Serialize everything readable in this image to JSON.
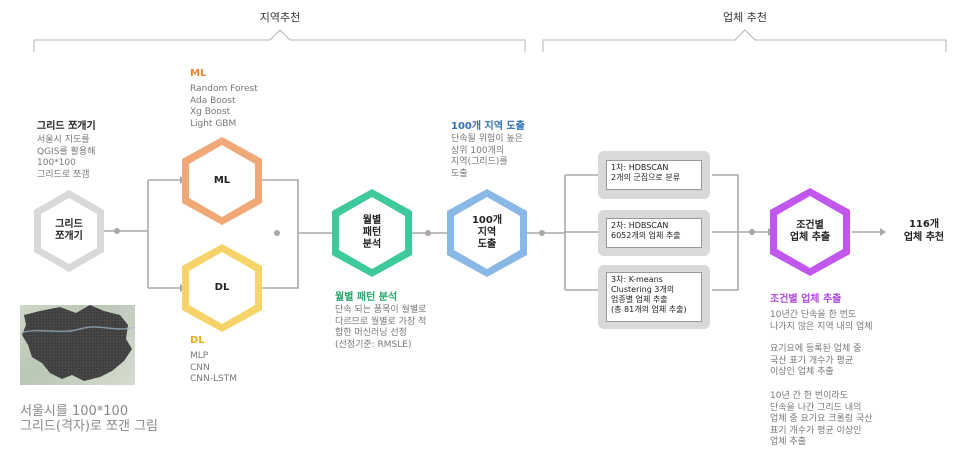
{
  "sections": {
    "region": "지역추천",
    "business": "업체 추천"
  },
  "grid": {
    "title": "그리드 쪼개기",
    "desc": "서울시 지도를\nQGIS를 활용해\n100*100\n그리드로 쪼갬",
    "hex_label": "그리드\n쪼개기"
  },
  "ml": {
    "title": "ML",
    "models": "Random Forest\nAda Boost\nXg Boost\nLight GBM",
    "hex_label": "ML"
  },
  "dl": {
    "title": "DL",
    "models": "MLP\nCNN\nCNN-LSTM",
    "hex_label": "DL"
  },
  "monthly": {
    "hex_label": "월별\n패턴\n분석",
    "title": "월별 패턴 분석",
    "desc": "단속 되는 품목이 월별로\n다르므로 월별로 가장 적\n합한 머신러닝 선정\n(선정기준: RMSLE)"
  },
  "top100": {
    "hex_label": "100개\n지역\n도출",
    "title": "100개 지역 도출",
    "desc": "단속될 위험이 높은\n상위 100개의\n지역(그리드)를\n도출"
  },
  "steps": [
    {
      "text": "1차: HDBSCAN\n2개의 군집으로 분류"
    },
    {
      "text": "2차: HDBSCAN\n6052개의 업체 추출"
    },
    {
      "text": "3차: K-means\nClustering 3개의\n업종별 업체 추출\n(총 81개의 업체 추출)"
    }
  ],
  "condition": {
    "hex_label": "조건별\n업체 추출",
    "title": "조건별 업체 추출",
    "desc1": "10년간 단속을 한 번도\n나가지 않은 지역 내의 업체",
    "desc2": "요기요에 등록된 업체 중\n국산 표기 개수가 평균\n이상인 업체 추출",
    "desc3": "10년 간 한 번이라도\n단속을 나간 그리드 내의\n업체 중 요기요 크롤링 국산\n표기 개수가 평균 이상인\n업체 추출"
  },
  "final": {
    "label": "116개\n업체 추천"
  },
  "caption": "서울시를 100*100\n그리드(격자)로 쪼갠 그림",
  "colors": {
    "grid_hex": "#d9d9d9",
    "ml_hex": "#f0a877",
    "dl_hex": "#f7d46a",
    "monthly_hex": "#3ec999",
    "top100_hex": "#8ab8e6",
    "condition_hex": "#c257ee"
  }
}
